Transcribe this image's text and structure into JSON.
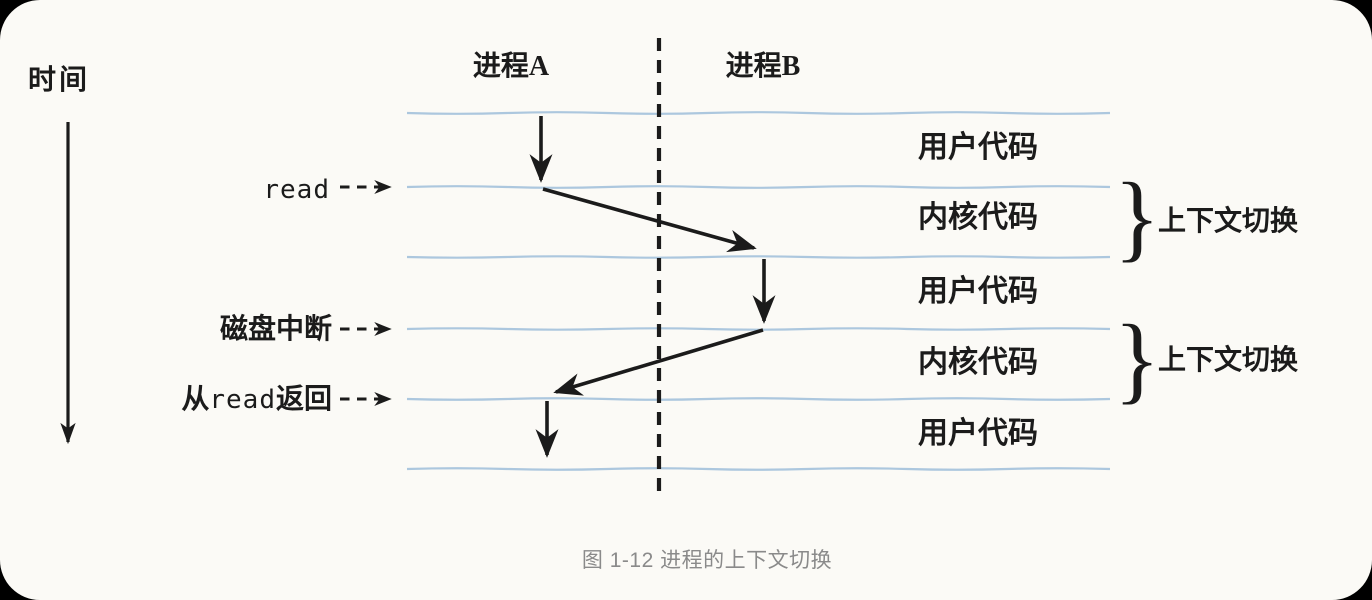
{
  "colors": {
    "paper": "#fbfaf6",
    "ink": "#1b1b1b",
    "ruled_line": "#a3c1dc",
    "caption_text": "#8a8a8a",
    "outside": "#000000"
  },
  "diagram": {
    "time_label": "时间",
    "process_a": "进程A",
    "process_b": "进程B",
    "read_label": "read",
    "disk_interrupt_label": "磁盘中断",
    "read_return": {
      "prefix": "从",
      "code": "read",
      "suffix": "返回"
    },
    "rows": [
      {
        "label": "用户代码"
      },
      {
        "label": "内核代码"
      },
      {
        "label": "用户代码"
      },
      {
        "label": "内核代码"
      },
      {
        "label": "用户代码"
      }
    ],
    "context_switch_1": "上下文切换",
    "context_switch_2": "上下文切换",
    "brace": "}"
  },
  "caption": "图 1-12 进程的上下文切换"
}
